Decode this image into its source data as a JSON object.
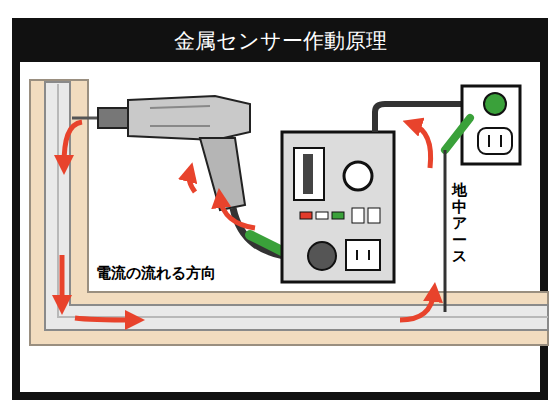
{
  "diagram": {
    "title": "金属センサー作動原理",
    "labels": [
      "電流の流れる方向",
      "地中アース"
    ]
  }
}
